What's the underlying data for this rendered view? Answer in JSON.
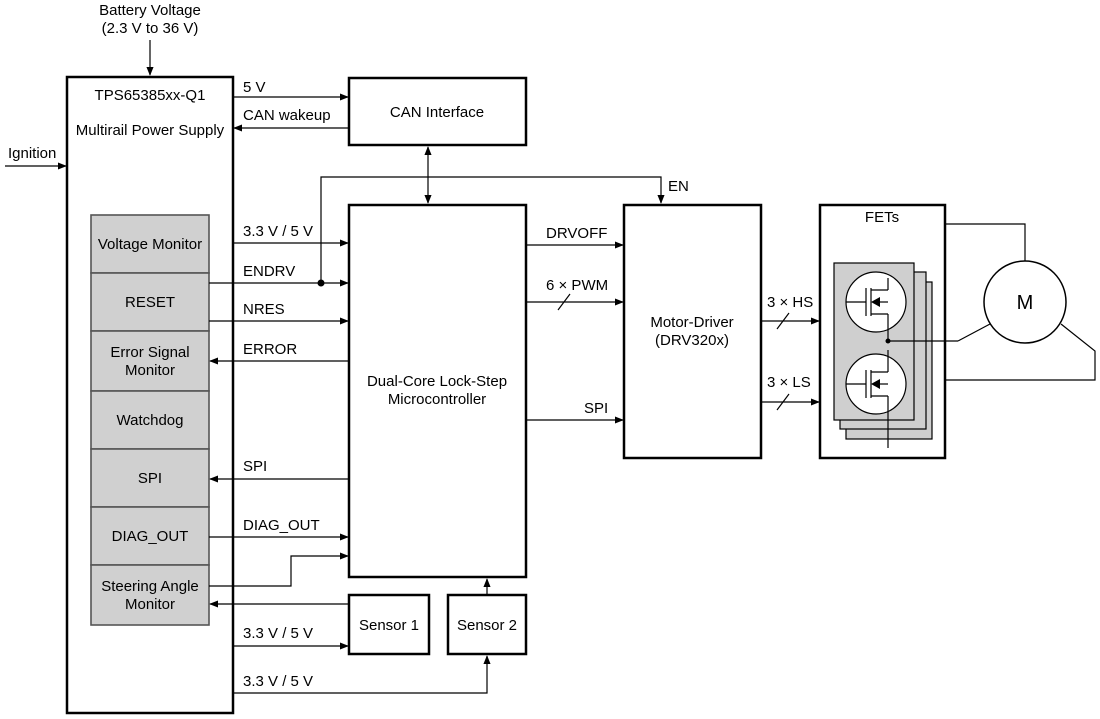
{
  "battery": {
    "line1": "Battery Voltage",
    "line2": "(2.3 V to 36 V)"
  },
  "ignition": "Ignition",
  "pmic": {
    "title": "TPS65385xx-Q1",
    "subtitle": "Multirail Power Supply",
    "blocks": [
      "Voltage Monitor",
      "RESET",
      "Error Signal",
      "Monitor",
      "Watchdog",
      "SPI",
      "DIAG_OUT",
      "Steering Angle",
      "Monitor"
    ]
  },
  "can": {
    "label": "CAN Interface",
    "supply": "5 V",
    "wakeup": "CAN wakeup"
  },
  "mcu": {
    "line1": "Dual-Core Lock-Step",
    "line2": "Microcontroller"
  },
  "driver": {
    "line1": "Motor-Driver",
    "line2": "(DRV320x)"
  },
  "fets": {
    "label": "FETs",
    "hs": "3 × HS",
    "ls": "3 × LS"
  },
  "motor": "M",
  "sensor1": "Sensor 1",
  "sensor2": "Sensor 2",
  "signals": {
    "v33_5_top": "3.3 V / 5 V",
    "endrv": "ENDRV",
    "nres": "NRES",
    "error": "ERROR",
    "spi_pmic": "SPI",
    "diag_out": "DIAG_OUT",
    "v33_5_s1": "3.3 V / 5 V",
    "v33_5_s2": "3.3 V / 5 V",
    "drvoff": "DRVOFF",
    "pwm": "6 × PWM",
    "spi_drv": "SPI",
    "en": "EN"
  }
}
